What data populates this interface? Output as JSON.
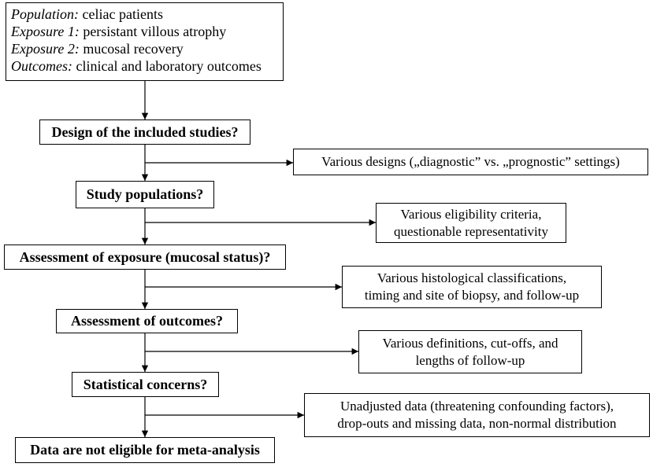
{
  "pico": [
    {
      "label": "Population:",
      "value": "celiac patients"
    },
    {
      "label": "Exposure 1:",
      "value": "persistant villous atrophy"
    },
    {
      "label": "Exposure 2:",
      "value": "mucosal recovery"
    },
    {
      "label": "Outcomes:",
      "value": "clinical and laboratory outcomes"
    }
  ],
  "steps": [
    {
      "question": "Design of the included studies?",
      "issue": [
        "Various designs („diagnostic” vs. „prognostic” settings)"
      ]
    },
    {
      "question": "Study populations?",
      "issue": [
        "Various eligibility  criteria,",
        "questionable representativity"
      ]
    },
    {
      "question": "Assessment of exposure (mucosal status)?",
      "issue": [
        "Various histological classifications,",
        "timing and site of biopsy, and follow-up"
      ]
    },
    {
      "question": "Assessment of outcomes?",
      "issue": [
        "Various definitions, cut-offs, and",
        "lengths of follow-up"
      ]
    },
    {
      "question": "Statistical concerns?",
      "issue": [
        "Unadjusted data (threatening confounding factors),",
        "drop-outs and missing data, non-normal distribution"
      ]
    }
  ],
  "conclusion": "Data are not eligible for meta-analysis"
}
